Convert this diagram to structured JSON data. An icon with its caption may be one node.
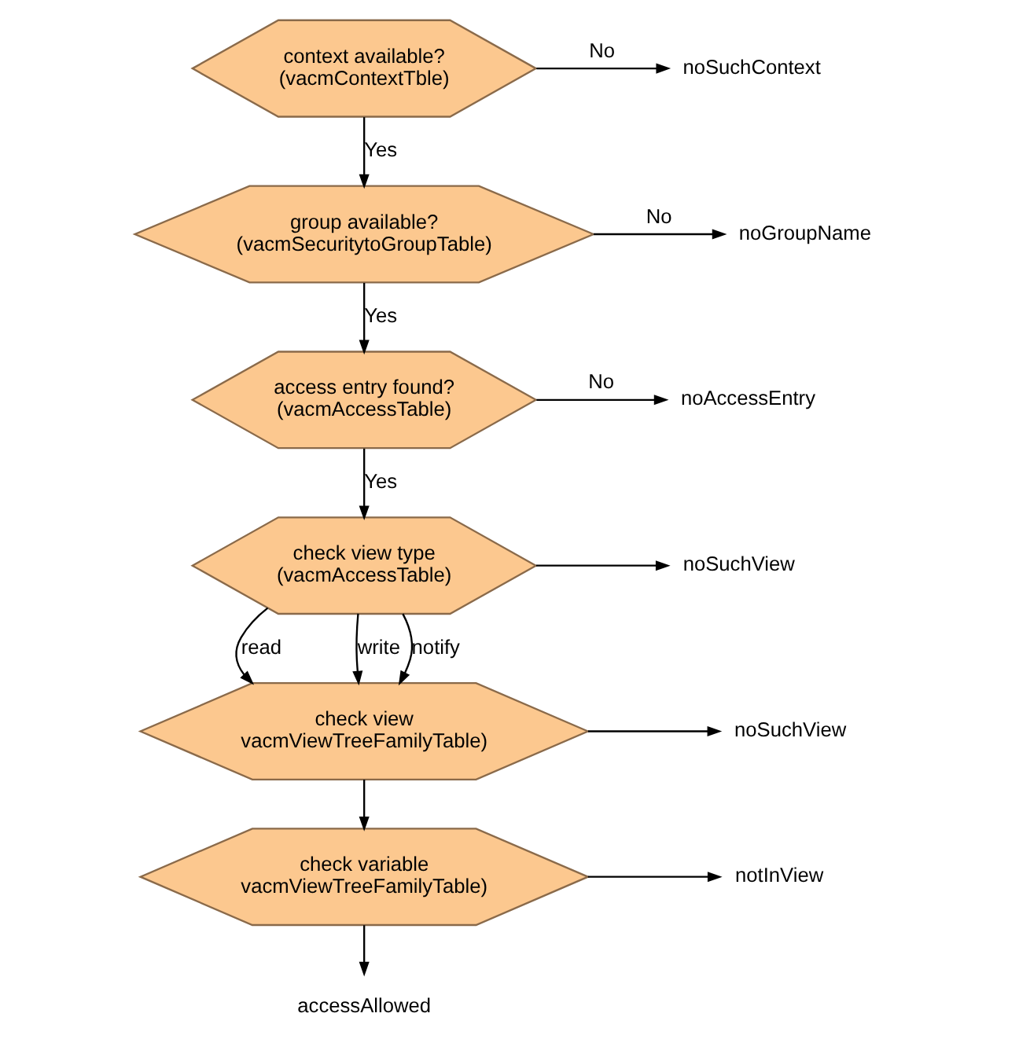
{
  "diagram": {
    "nodes": [
      {
        "text": [
          "context available?",
          "(vacmContextTble)"
        ]
      },
      {
        "text": [
          "noSuchContext"
        ]
      },
      {
        "text": [
          "group available?",
          "(vacmSecuritytoGroupTable)"
        ]
      },
      {
        "text": [
          "noGroupName"
        ]
      },
      {
        "text": [
          "access entry found?",
          "(vacmAccessTable)"
        ]
      },
      {
        "text": [
          "noAccessEntry"
        ]
      },
      {
        "text": [
          "check view type",
          "(vacmAccessTable)"
        ]
      },
      {
        "text": [
          "noSuchView"
        ]
      },
      {
        "text": [
          "check view",
          "vacmViewTreeFamilyTable)"
        ]
      },
      {
        "text": [
          "noSuchView"
        ]
      },
      {
        "text": [
          "check variable",
          "vacmViewTreeFamilyTable)"
        ]
      },
      {
        "text": [
          "notInView"
        ]
      },
      {
        "text": [
          "accessAllowed"
        ]
      }
    ],
    "edges": [
      {
        "from": 0,
        "to": 1,
        "arrow": "to",
        "label": "No"
      },
      {
        "from": 0,
        "to": 2,
        "arrow": "to",
        "label": "Yes"
      },
      {
        "from": 2,
        "to": 3,
        "arrow": "to",
        "label": "No"
      },
      {
        "from": 2,
        "to": 4,
        "arrow": "to",
        "label": "Yes"
      },
      {
        "from": 4,
        "to": 5,
        "arrow": "to",
        "label": "No"
      },
      {
        "from": 4,
        "to": 6,
        "arrow": "to",
        "label": "Yes"
      },
      {
        "from": 6,
        "to": 7,
        "arrow": "to"
      },
      {
        "from": 6,
        "to": 8,
        "arrow": "to",
        "label": "read"
      },
      {
        "from": 6,
        "to": 8,
        "arrow": "to",
        "label": "write"
      },
      {
        "from": 6,
        "to": 8,
        "arrow": "to",
        "label": "notify"
      },
      {
        "from": 8,
        "to": 9,
        "arrow": "to"
      },
      {
        "from": 8,
        "to": 10,
        "arrow": "to"
      },
      {
        "from": 10,
        "to": 11,
        "arrow": "to"
      },
      {
        "from": 10,
        "to": 12,
        "arrow": "to"
      }
    ]
  }
}
